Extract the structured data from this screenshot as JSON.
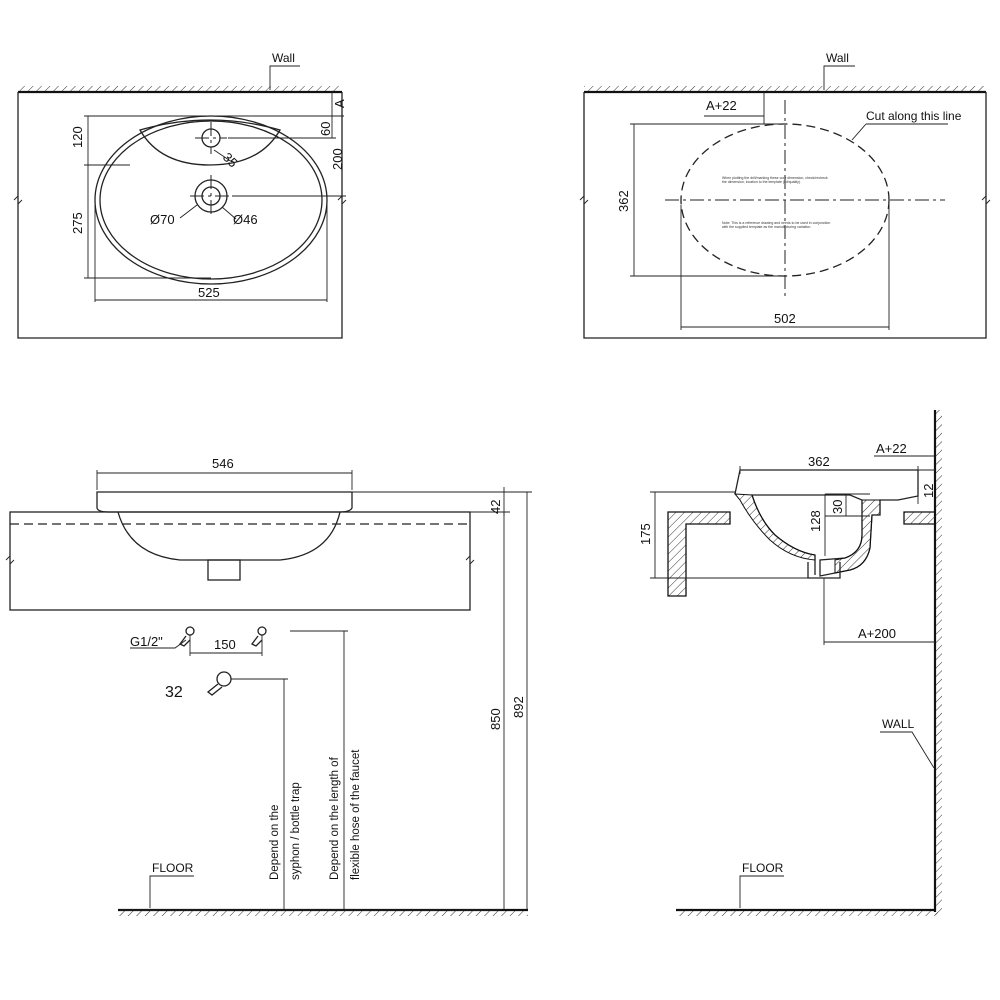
{
  "top_left_view": {
    "wall_label": "Wall",
    "dim_width": "525",
    "dim_left_upper": "120",
    "dim_left_lower": "275",
    "dim_right_60": "60",
    "dim_right_200": "200",
    "dim_right_A": "A",
    "dim_tap_hole": "35",
    "dim_drain_outer": "Ø70",
    "dim_drain_inner": "Ø46"
  },
  "top_right_view": {
    "wall_label": "Wall",
    "dim_a22": "A+22",
    "cut_label": "Cut along this line",
    "dim_height": "362",
    "dim_width": "502",
    "template_note_1": "When plotting the drill/marking these cure dimension, check/recheck the dimension, location to the template (lot/quality).",
    "template_note_2": "Note: This is a reference drawing and needs to be used in conjunction with the supplied template as the manufacturing variation."
  },
  "front_view": {
    "dim_width": "546",
    "dim_rim": "42",
    "dim_850": "850",
    "dim_892": "892",
    "supply_label": "G1/2\"",
    "dim_supply_spacing": "150",
    "waste_label": "32",
    "note_trap_1": "Depend on the",
    "note_trap_2": "syphon / bottle trap",
    "note_faucet_1": "Depend on the length of",
    "note_faucet_2": "flexible hose of the faucet",
    "floor_label": "FLOOR"
  },
  "side_view": {
    "dim_a22": "A+22",
    "dim_362": "362",
    "dim_12": "12",
    "dim_30": "30",
    "dim_128": "128",
    "dim_175": "175",
    "dim_a200": "A+200",
    "wall_label": "WALL",
    "floor_label": "FLOOR"
  }
}
